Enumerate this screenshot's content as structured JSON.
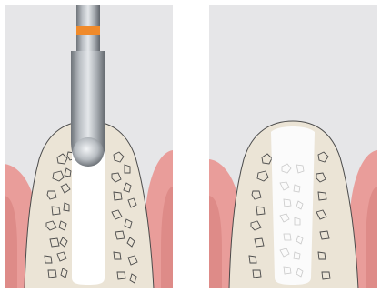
{
  "panels": [
    {
      "id": "left",
      "stage": "instrument-in-socket",
      "graft": "solid"
    },
    {
      "id": "right",
      "stage": "graft-after-instrument",
      "graft": "particulate"
    }
  ],
  "colors": {
    "background": "#e6e6e8",
    "bone": "#ebe4d6",
    "bone_outline": "#4a4a4a",
    "gingiva": "#e99d9a",
    "gingiva_dark": "#d47976",
    "socket": "#ffffff",
    "metal_dark": "#6f747a",
    "metal_light": "#d4d8dc",
    "marker_ring": "#f08a2a"
  },
  "icons": [
    "osteotome-instrument-icon",
    "bone-graft-icon"
  ]
}
